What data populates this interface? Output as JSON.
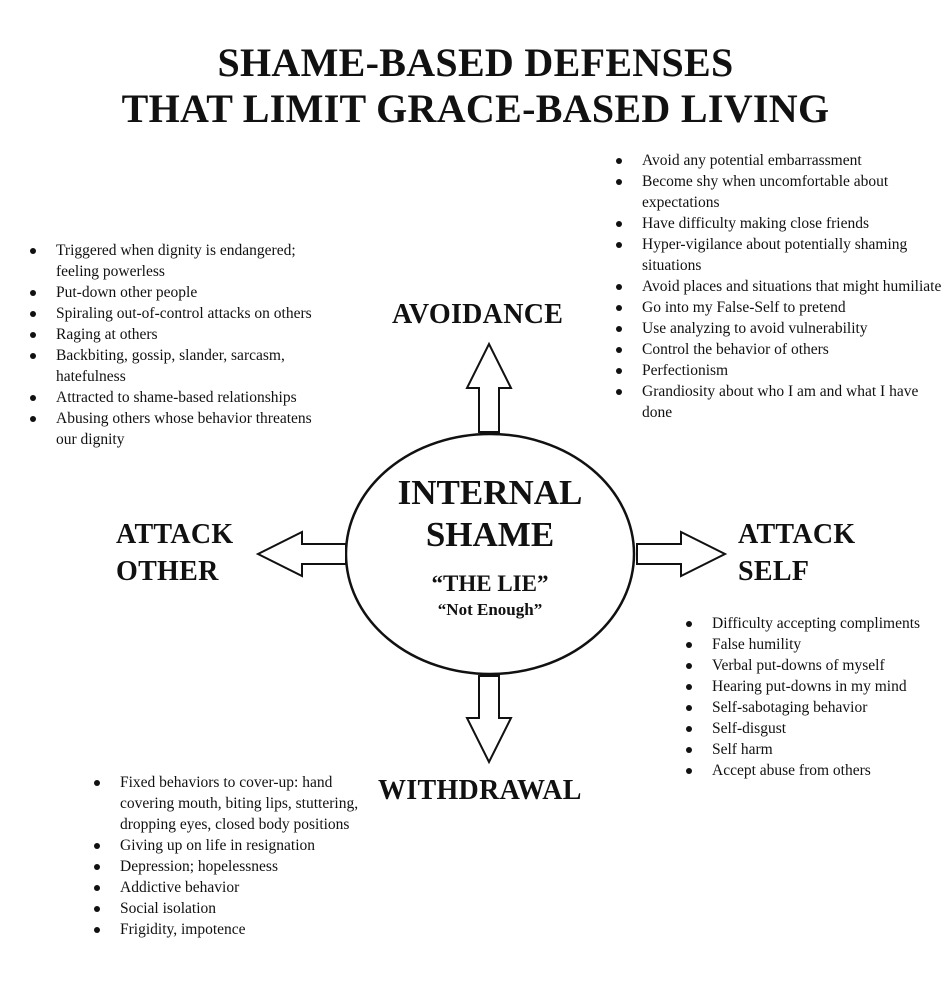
{
  "title": {
    "line1": "SHAME-BASED DEFENSES",
    "line2": "THAT LIMIT GRACE-BASED LIVING"
  },
  "center": {
    "title_line1": "INTERNAL",
    "title_line2": "SHAME",
    "lie": "“THE LIE”",
    "not_enough": "“Not Enough”"
  },
  "avoidance": {
    "heading": "AVOIDANCE",
    "items": [
      "Avoid any potential embarrassment",
      "Become shy when uncomfortable about expectations",
      "Have difficulty making close friends",
      "Hyper-vigilance about potentially shaming situations",
      "Avoid places and situations that might humiliate",
      "Go into my False-Self to pretend",
      "Use analyzing to avoid vulnerability",
      "Control the behavior of others",
      "Perfectionism",
      "Grandiosity about who I am and what I have done"
    ]
  },
  "attack_other": {
    "heading_line1": "ATTACK",
    "heading_line2": "OTHER",
    "items": [
      "Triggered when dignity is endangered; feeling powerless",
      "Put-down other people",
      "Spiraling out-of-control attacks on others",
      "Raging at others",
      "Backbiting, gossip, slander, sarcasm, hatefulness",
      "Attracted to shame-based relationships",
      "Abusing others whose behavior threatens our dignity"
    ]
  },
  "attack_self": {
    "heading_line1": "ATTACK",
    "heading_line2": "SELF",
    "items": [
      "Difficulty accepting compliments",
      "False humility",
      "Verbal put-downs of myself",
      "Hearing put-downs in my mind",
      "Self-sabotaging behavior",
      "Self-disgust",
      "Self harm",
      "Accept abuse from others"
    ]
  },
  "withdrawal": {
    "heading": "WITHDRAWAL",
    "items": [
      "Fixed behaviors to cover-up: hand covering mouth, biting lips, stuttering, dropping eyes, closed body positions",
      "Giving up on life in resignation",
      "Depression; hopelessness",
      "Addictive behavior",
      "Social isolation",
      "Frigidity, impotence"
    ]
  }
}
